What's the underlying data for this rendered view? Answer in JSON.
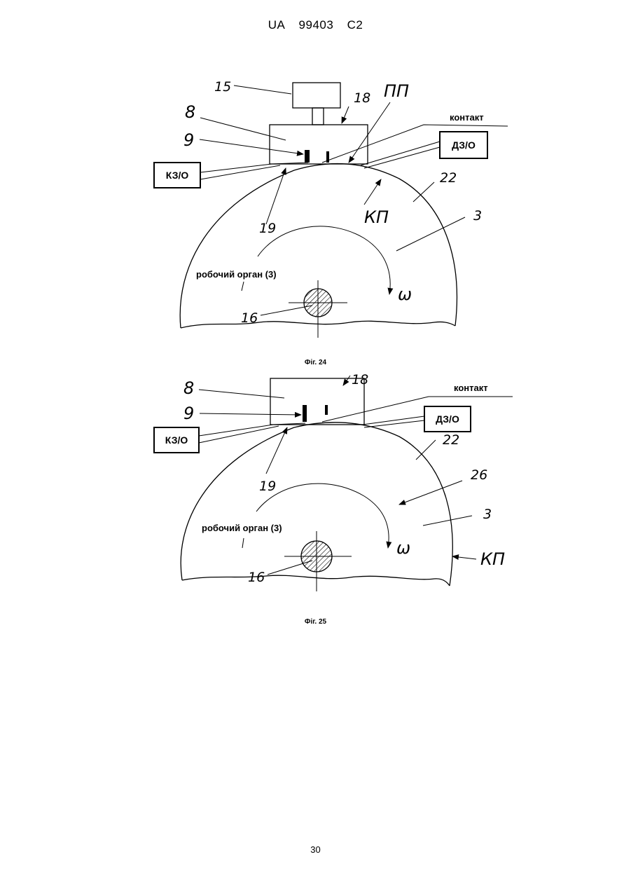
{
  "header": {
    "country": "UA",
    "number": "99403",
    "kind": "C2"
  },
  "figure1": {
    "labels": {
      "n15": "15",
      "n18": "18",
      "pp": "ПП",
      "n8": "8",
      "contact": "контакт",
      "n9": "9",
      "dzo": "ДЗ/О",
      "kzo": "КЗ/О",
      "n22": "22",
      "kp": "КП",
      "n3": "3",
      "n19": "19",
      "organ": "робочий орган (3)",
      "omega": "ω",
      "n16": "16"
    },
    "caption": "Фіг. 24"
  },
  "figure2": {
    "labels": {
      "n8": "8",
      "n18": "18",
      "contact": "контакт",
      "n9": "9",
      "dzo": "ДЗ/О",
      "kzo": "КЗ/О",
      "n22": "22",
      "n19": "19",
      "n26": "26",
      "n3": "3",
      "organ": "робочий орган (3)",
      "omega": "ω",
      "kp": "КП",
      "n16": "16"
    },
    "caption": "Фіг. 25"
  },
  "page_number": "30"
}
